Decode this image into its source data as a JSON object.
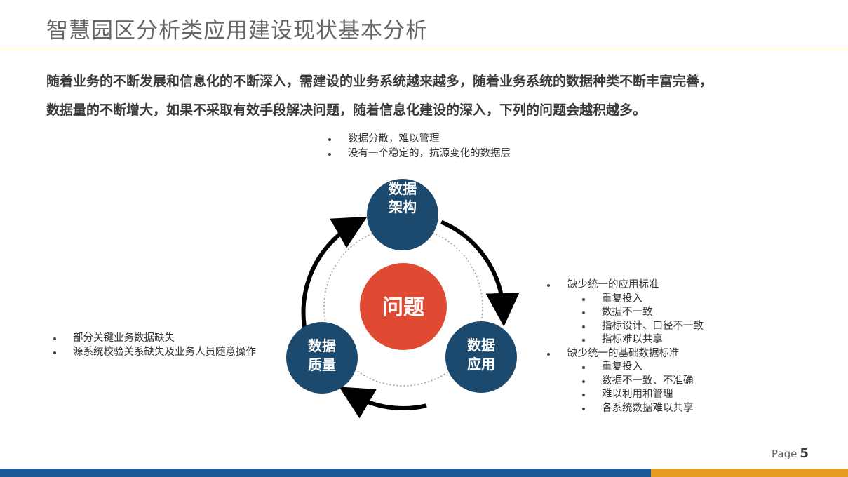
{
  "slide": {
    "title": "智慧园区分析类应用建设现状基本分析",
    "intro": [
      "随着业务的不断发展和信息化的不断深入，需建设的业务系统越来越多，随着业务系统的数据种类不断丰富完善，",
      "数据量的不断增大，如果不采取有效手段解决问题，随着信息化建设的深入，下列的问题会越积越多。"
    ],
    "page_label": "Page",
    "page_number": "5"
  },
  "diagram": {
    "center_label": "问题",
    "nodes": {
      "architecture": {
        "line1": "数据",
        "line2": "架构"
      },
      "quality": {
        "line1": "数据",
        "line2": "质量"
      },
      "application": {
        "line1": "数据",
        "line2": "应用"
      }
    },
    "colors": {
      "node": "#1c4a6e",
      "center": "#e04a33",
      "arrow": "#000000",
      "dotted_ring": "#999999",
      "node_text": "#ffffff"
    }
  },
  "lists": {
    "top": [
      "数据分散，难以管理",
      "没有一个稳定的，抗源变化的数据层"
    ],
    "left": [
      "部分关键业务数据缺失",
      "源系统校验关系缺失及业务人员随意操作"
    ],
    "right": {
      "group1": {
        "title": "缺少统一的应用标准",
        "items": [
          "重复投入",
          "数据不一致",
          "指标设计、口径不一致",
          "指标难以共享"
        ]
      },
      "group2": {
        "title": "缺少统一的基础数据标准",
        "items": [
          "重复投入",
          "数据不一致、不准确",
          "难以利用和管理",
          "各系统数据难以共享"
        ]
      }
    }
  },
  "footer": {
    "bar_blue": "#1c5a97",
    "bar_orange": "#e89b22"
  }
}
